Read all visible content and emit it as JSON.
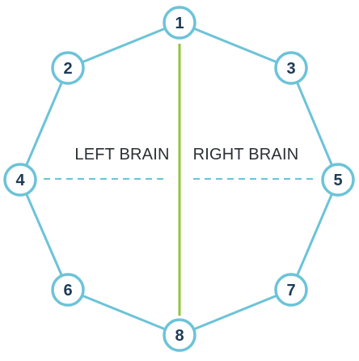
{
  "diagram": {
    "left_label": "LEFT BRAIN",
    "right_label": "RIGHT BRAIN",
    "nodes": [
      {
        "label": "1"
      },
      {
        "label": "2"
      },
      {
        "label": "3"
      },
      {
        "label": "4"
      },
      {
        "label": "5"
      },
      {
        "label": "6"
      },
      {
        "label": "7"
      },
      {
        "label": "8"
      }
    ]
  },
  "colors": {
    "ring": "#6cc3d8",
    "divider": "#8cc63f",
    "dashed": "#6cc3d8",
    "node_text": "#1c3a57",
    "side_text": "#2a2f35"
  }
}
